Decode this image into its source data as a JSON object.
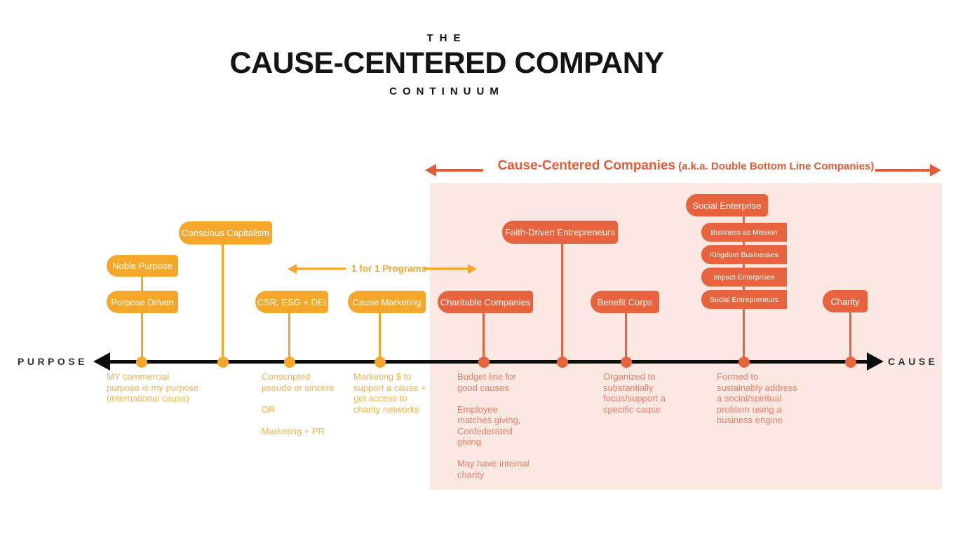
{
  "title": {
    "eyebrow": "THE",
    "main": "CAUSE-CENTERED COMPANY",
    "sub": "CONTINUUM"
  },
  "banner": {
    "title": "Cause-Centered Companies",
    "subtitle": " (a.k.a. Double Bottom Line Companies)"
  },
  "axis": {
    "left_label": "PURPOSE",
    "right_label": "CAUSE"
  },
  "annotation": {
    "one_for_one": "1 for 1 Programs"
  },
  "pills": {
    "conscious_capitalism": "Conscious Capitalism",
    "noble_purpose": "Noble Purpose",
    "purpose_driven": "Purpose Driven",
    "csr_esg_dei": "CSR, ESG + DEI",
    "cause_marketing": "Cause Marketing",
    "charitable_companies": "Charitable Companies",
    "faith_driven_entrepreneurs": "Faith-Driven Entrepreneurs",
    "benefit_corps": "Benefit Corps",
    "social_enterprise": "Social Enterprise",
    "business_as_mission": "Business as Mission",
    "kingdom_businesses": "Kingdom Businesses",
    "impact_enterprises": "Impact Enterprises",
    "social_entrepreneurs": "Social Entrepreneurs",
    "charity": "Charity"
  },
  "descriptions": {
    "purpose_driven": "MY commercial\npurpose is my purpose\n(international cause)",
    "csr_esg_dei": "Conscripted\npseudo or sincere\n\nOR\n\nMarketing + PR",
    "cause_marketing": "Marketing $ to\nsupport a cause +\nget access to\ncharity networks",
    "charitable_companies": "Budget line for\ngood causes\n\nEmployee\nmatches giving,\nConfederated\ngiving\n\nMay have internal\ncharity",
    "benefit_corps": "Organized to\nsubstantially\nfocus/support a\nspecific cause",
    "social_enterprise": "Formed to\nsustainably address\na social/spiritual\nproblem using a\nbusiness engine"
  },
  "colors": {
    "amber": "#F5A72C",
    "amber_text": "#F2B148",
    "vermillion": "#E7633E",
    "vermillion_text": "#ED7B63",
    "banner_red": "#E25C36",
    "pink_bg": "#FBE8E2",
    "axis_black": "#0D0D0D"
  }
}
